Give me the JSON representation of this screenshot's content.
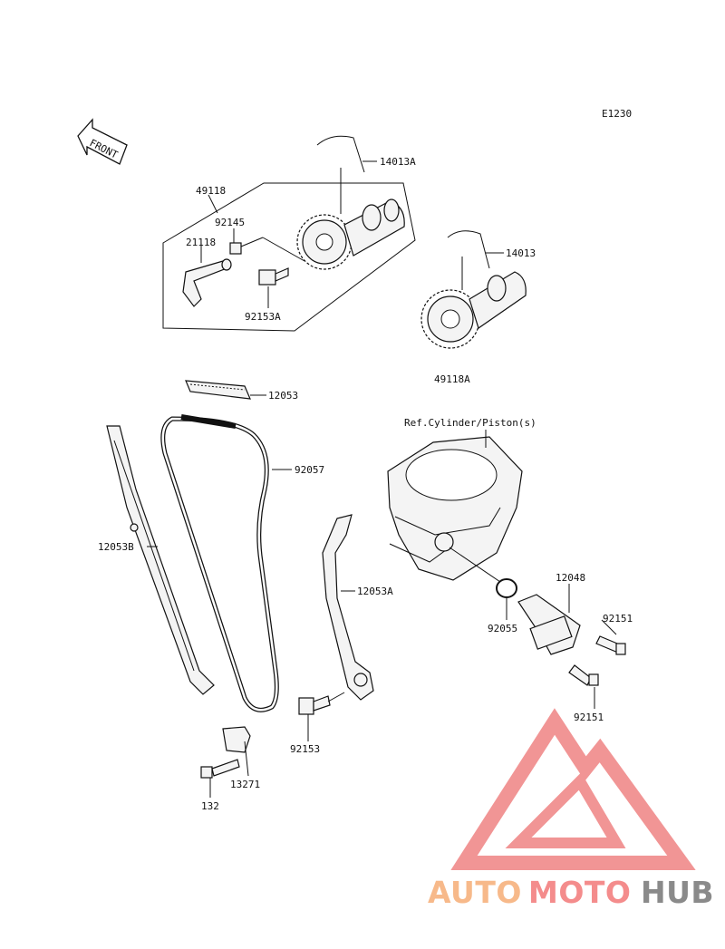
{
  "diagram_code": "E1230",
  "front_label": "FRONT",
  "reference_note": "Ref.Cylinder/Piston(s)",
  "parts": {
    "p14013A": "14013A",
    "p49118": "49118",
    "p92145": "92145",
    "p21118": "21118",
    "p92153A": "92153A",
    "p14013": "14013",
    "p49118A": "49118A",
    "p12053": "12053",
    "p92057": "92057",
    "p12053B": "12053B",
    "p12053A": "12053A",
    "p12048": "12048",
    "p92151a": "92151",
    "p92055": "92055",
    "p92151b": "92151",
    "p92153": "92153",
    "p13271": "13271",
    "p132": "132"
  },
  "watermark": {
    "part1": "AUTO",
    "part2": "MOTO",
    "part3": "HUB",
    "color1": "#f7b98a",
    "color2": "#f48c8c",
    "color3": "#8a8a8a",
    "logo_color": "#f08a8a"
  }
}
